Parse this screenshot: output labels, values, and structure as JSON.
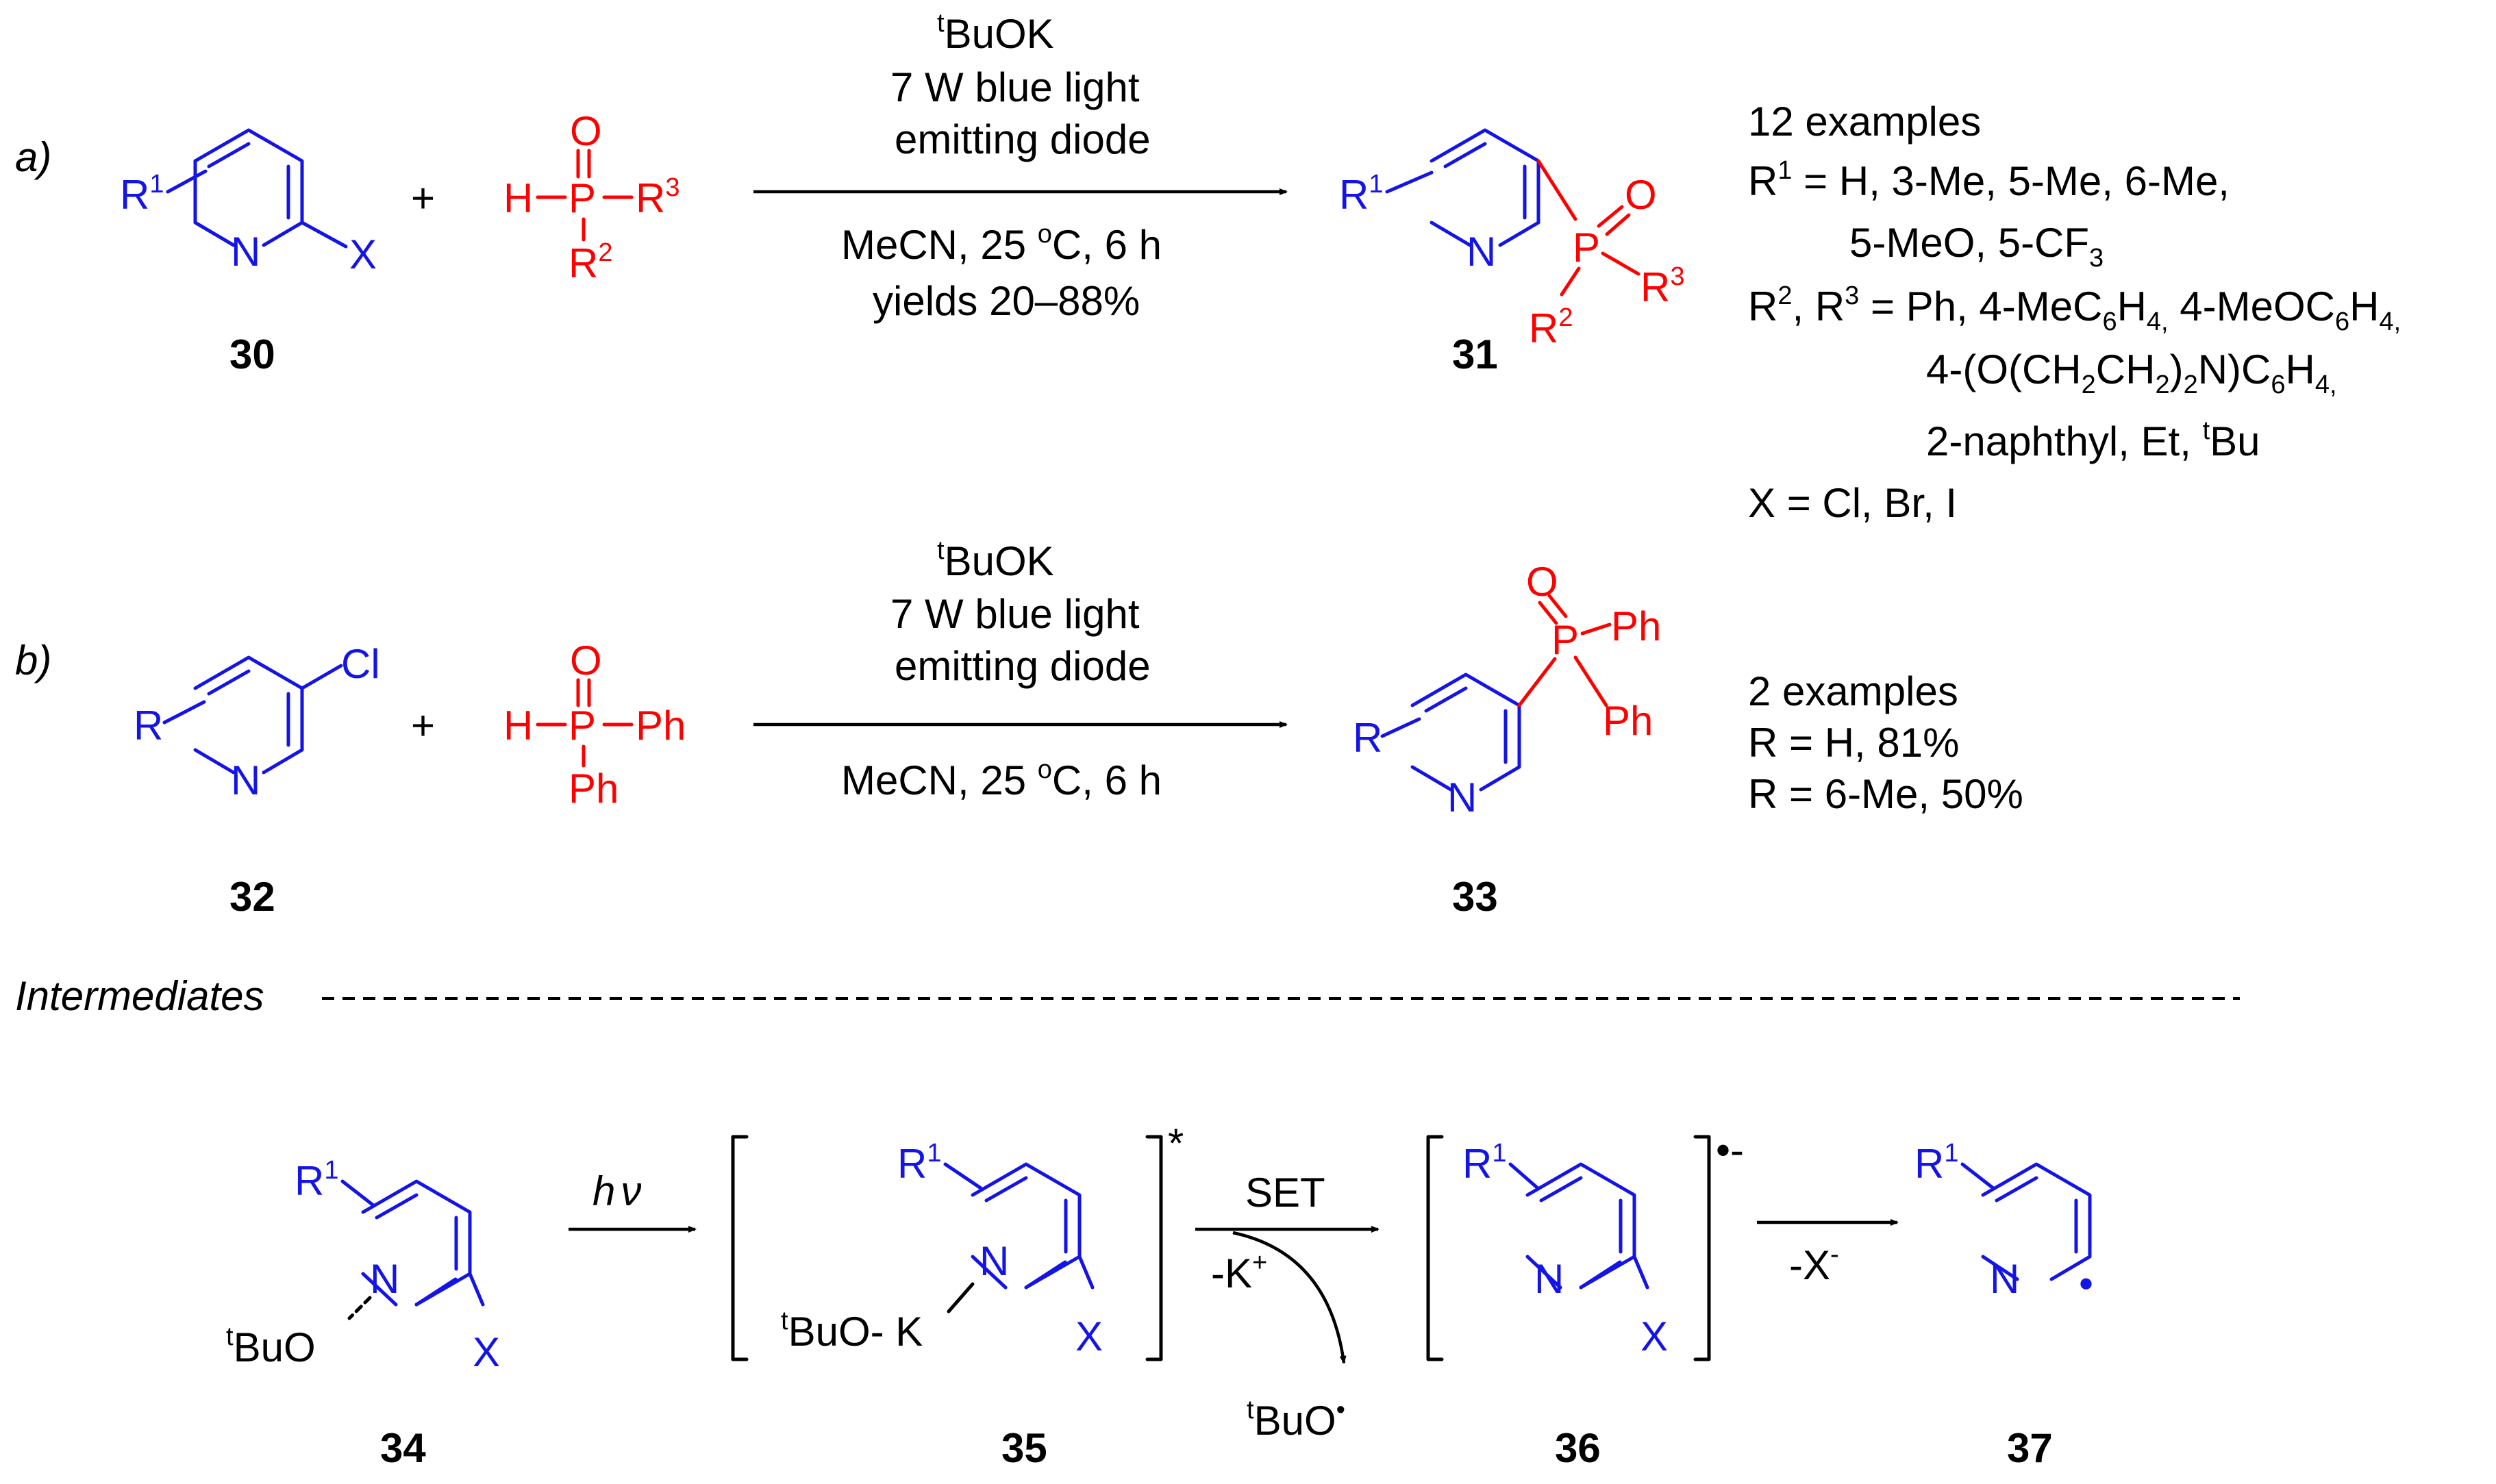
{
  "scheme": {
    "part_a": {
      "tag": "a)",
      "reactant1": {
        "r": "R",
        "r_sup": "1",
        "n": "N",
        "x": "X",
        "label": "30"
      },
      "plus": "+",
      "reactant2": {
        "o": "O",
        "h": "H",
        "dash": "–",
        "p": "P",
        "r3": "R",
        "r3_sup": "3",
        "r2": "R",
        "r2_sup": "2"
      },
      "conditions_above": {
        "base_sup": "t",
        "base": "BuOK",
        "light1": "7 W blue light",
        "light2": "emitting diode"
      },
      "conditions_below": {
        "solvent_pre": "MeCN, 25 ",
        "deg": "o",
        "solvent_post": "C, 6 h",
        "yields": "yields 20–88%"
      },
      "product": {
        "r": "R",
        "r_sup": "1",
        "n": "N",
        "p": "P",
        "o": "O",
        "r3": "R",
        "r3_sup": "3",
        "r2": "R",
        "r2_sup": "2",
        "label": "31"
      },
      "scope": {
        "line1": "12 examples",
        "line2_r": "R",
        "line2_sup": "1",
        "line2_rest": " = H, 3-Me, 5-Me, 6-Me,",
        "line3": "5-MeO, 5-CF",
        "line3_sub": "3",
        "line4_r": "R",
        "line4_sup1": "2",
        "line4_mid": ", R",
        "line4_sup2": "3",
        "line4_a": " = Ph, 4-MeC",
        "line4_sub1": "6",
        "line4_b": "H",
        "line4_sub2": "4,",
        "line4_c": " 4-MeOC",
        "line4_sub3": "6",
        "line4_d": "H",
        "line4_sub4": "4,",
        "line5_a": "4-(O(CH",
        "line5_sub1": "2",
        "line5_b": "CH",
        "line5_sub2": "2",
        "line5_c": ")",
        "line5_sub3": "2",
        "line5_d": "N)C",
        "line5_sub4": "6",
        "line5_e": "H",
        "line5_sub5": "4,",
        "line6_a": "2-naphthyl, Et, ",
        "line6_sup": "t",
        "line6_b": "Bu",
        "line7": "X = Cl, Br, I"
      }
    },
    "part_b": {
      "tag": "b)",
      "reactant1": {
        "cl": "Cl",
        "r": "R",
        "n": "N",
        "label": "32"
      },
      "plus": "+",
      "reactant2": {
        "o": "O",
        "h": "H",
        "p": "P",
        "ph1": "Ph",
        "ph2": "Ph"
      },
      "conditions_above": {
        "base_sup": "t",
        "base": "BuOK",
        "light1": "7 W blue light",
        "light2": "emitting diode"
      },
      "conditions_below": {
        "solvent_pre": "MeCN, 25 ",
        "deg": "o",
        "solvent_post": "C, 6 h"
      },
      "product": {
        "o": "O",
        "p": "P",
        "ph1": "Ph",
        "ph2": "Ph",
        "r": "R",
        "n": "N",
        "label": "33"
      },
      "scope": {
        "line1": "2 examples",
        "line2": "R = H, 81%",
        "line3": "R = 6-Me, 50%"
      }
    },
    "intermediates": {
      "heading": "Intermediates",
      "i34": {
        "r": "R",
        "r_sup": "1",
        "n": "N",
        "x": "X",
        "tbu_sup": "t",
        "tbu": "BuO",
        "label": "34"
      },
      "step1": {
        "hv_h": "h",
        "hv_nu": "ν"
      },
      "i35": {
        "r": "R",
        "r_sup": "1",
        "n": "N",
        "x": "X",
        "tbu_sup": "t",
        "tbu": "BuO- K",
        "star": "*",
        "label": "35"
      },
      "step2": {
        "set": "SET",
        "kplus": "-K",
        "kplus_sup": "+",
        "byprod_sup": "t",
        "byprod": "BuO",
        "byprod_dot": "•"
      },
      "i36": {
        "r": "R",
        "r_sup": "1",
        "n": "N",
        "x": "X",
        "charge": "•-",
        "label": "36"
      },
      "step3": {
        "minus_x": "-X",
        "minus_x_sup": "-"
      },
      "i37": {
        "r": "R",
        "r_sup": "1",
        "n": "N",
        "dot": "•",
        "label": "37"
      }
    },
    "colors": {
      "reagent_blue": "#1414e6",
      "phosphorus_red": "#ff0000",
      "text_black": "#000000"
    }
  }
}
